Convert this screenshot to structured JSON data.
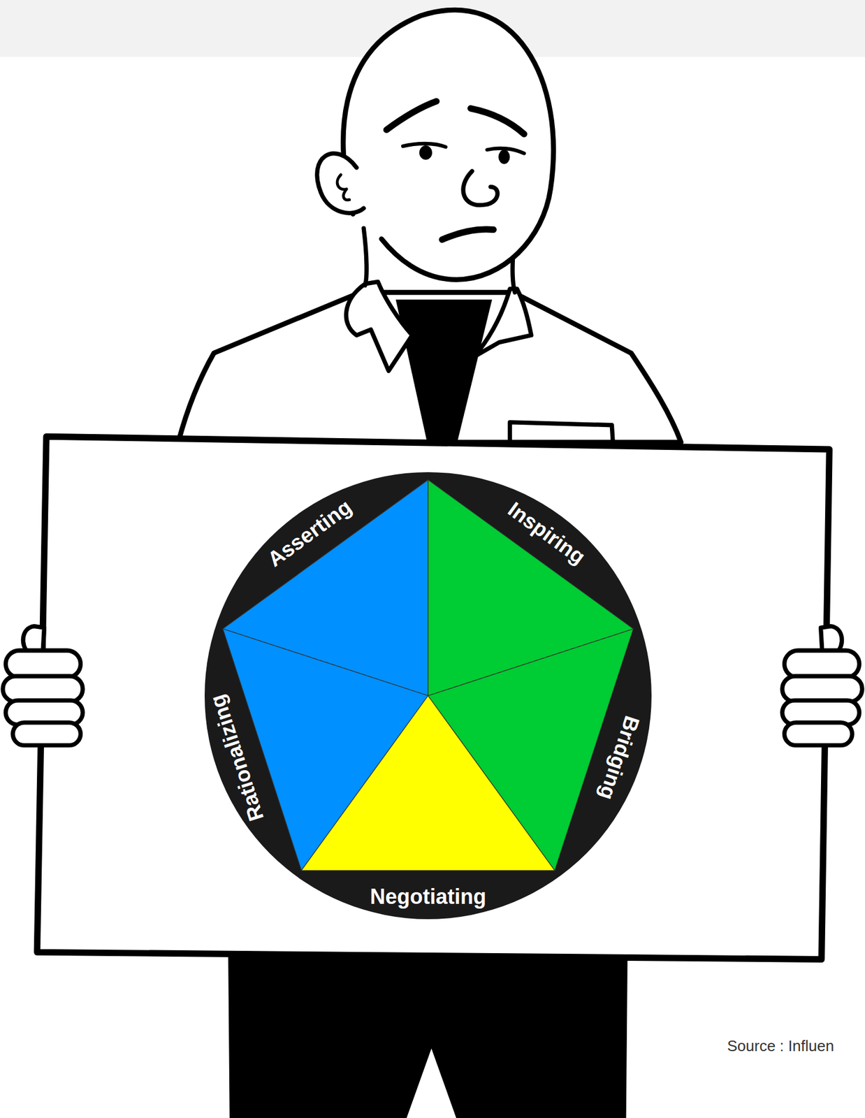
{
  "diagram": {
    "labels": [
      "Asserting",
      "Inspiring",
      "Bridging",
      "Negotiating",
      "Rationalizing",
      "Source : Influen"
    ]
  }
}
